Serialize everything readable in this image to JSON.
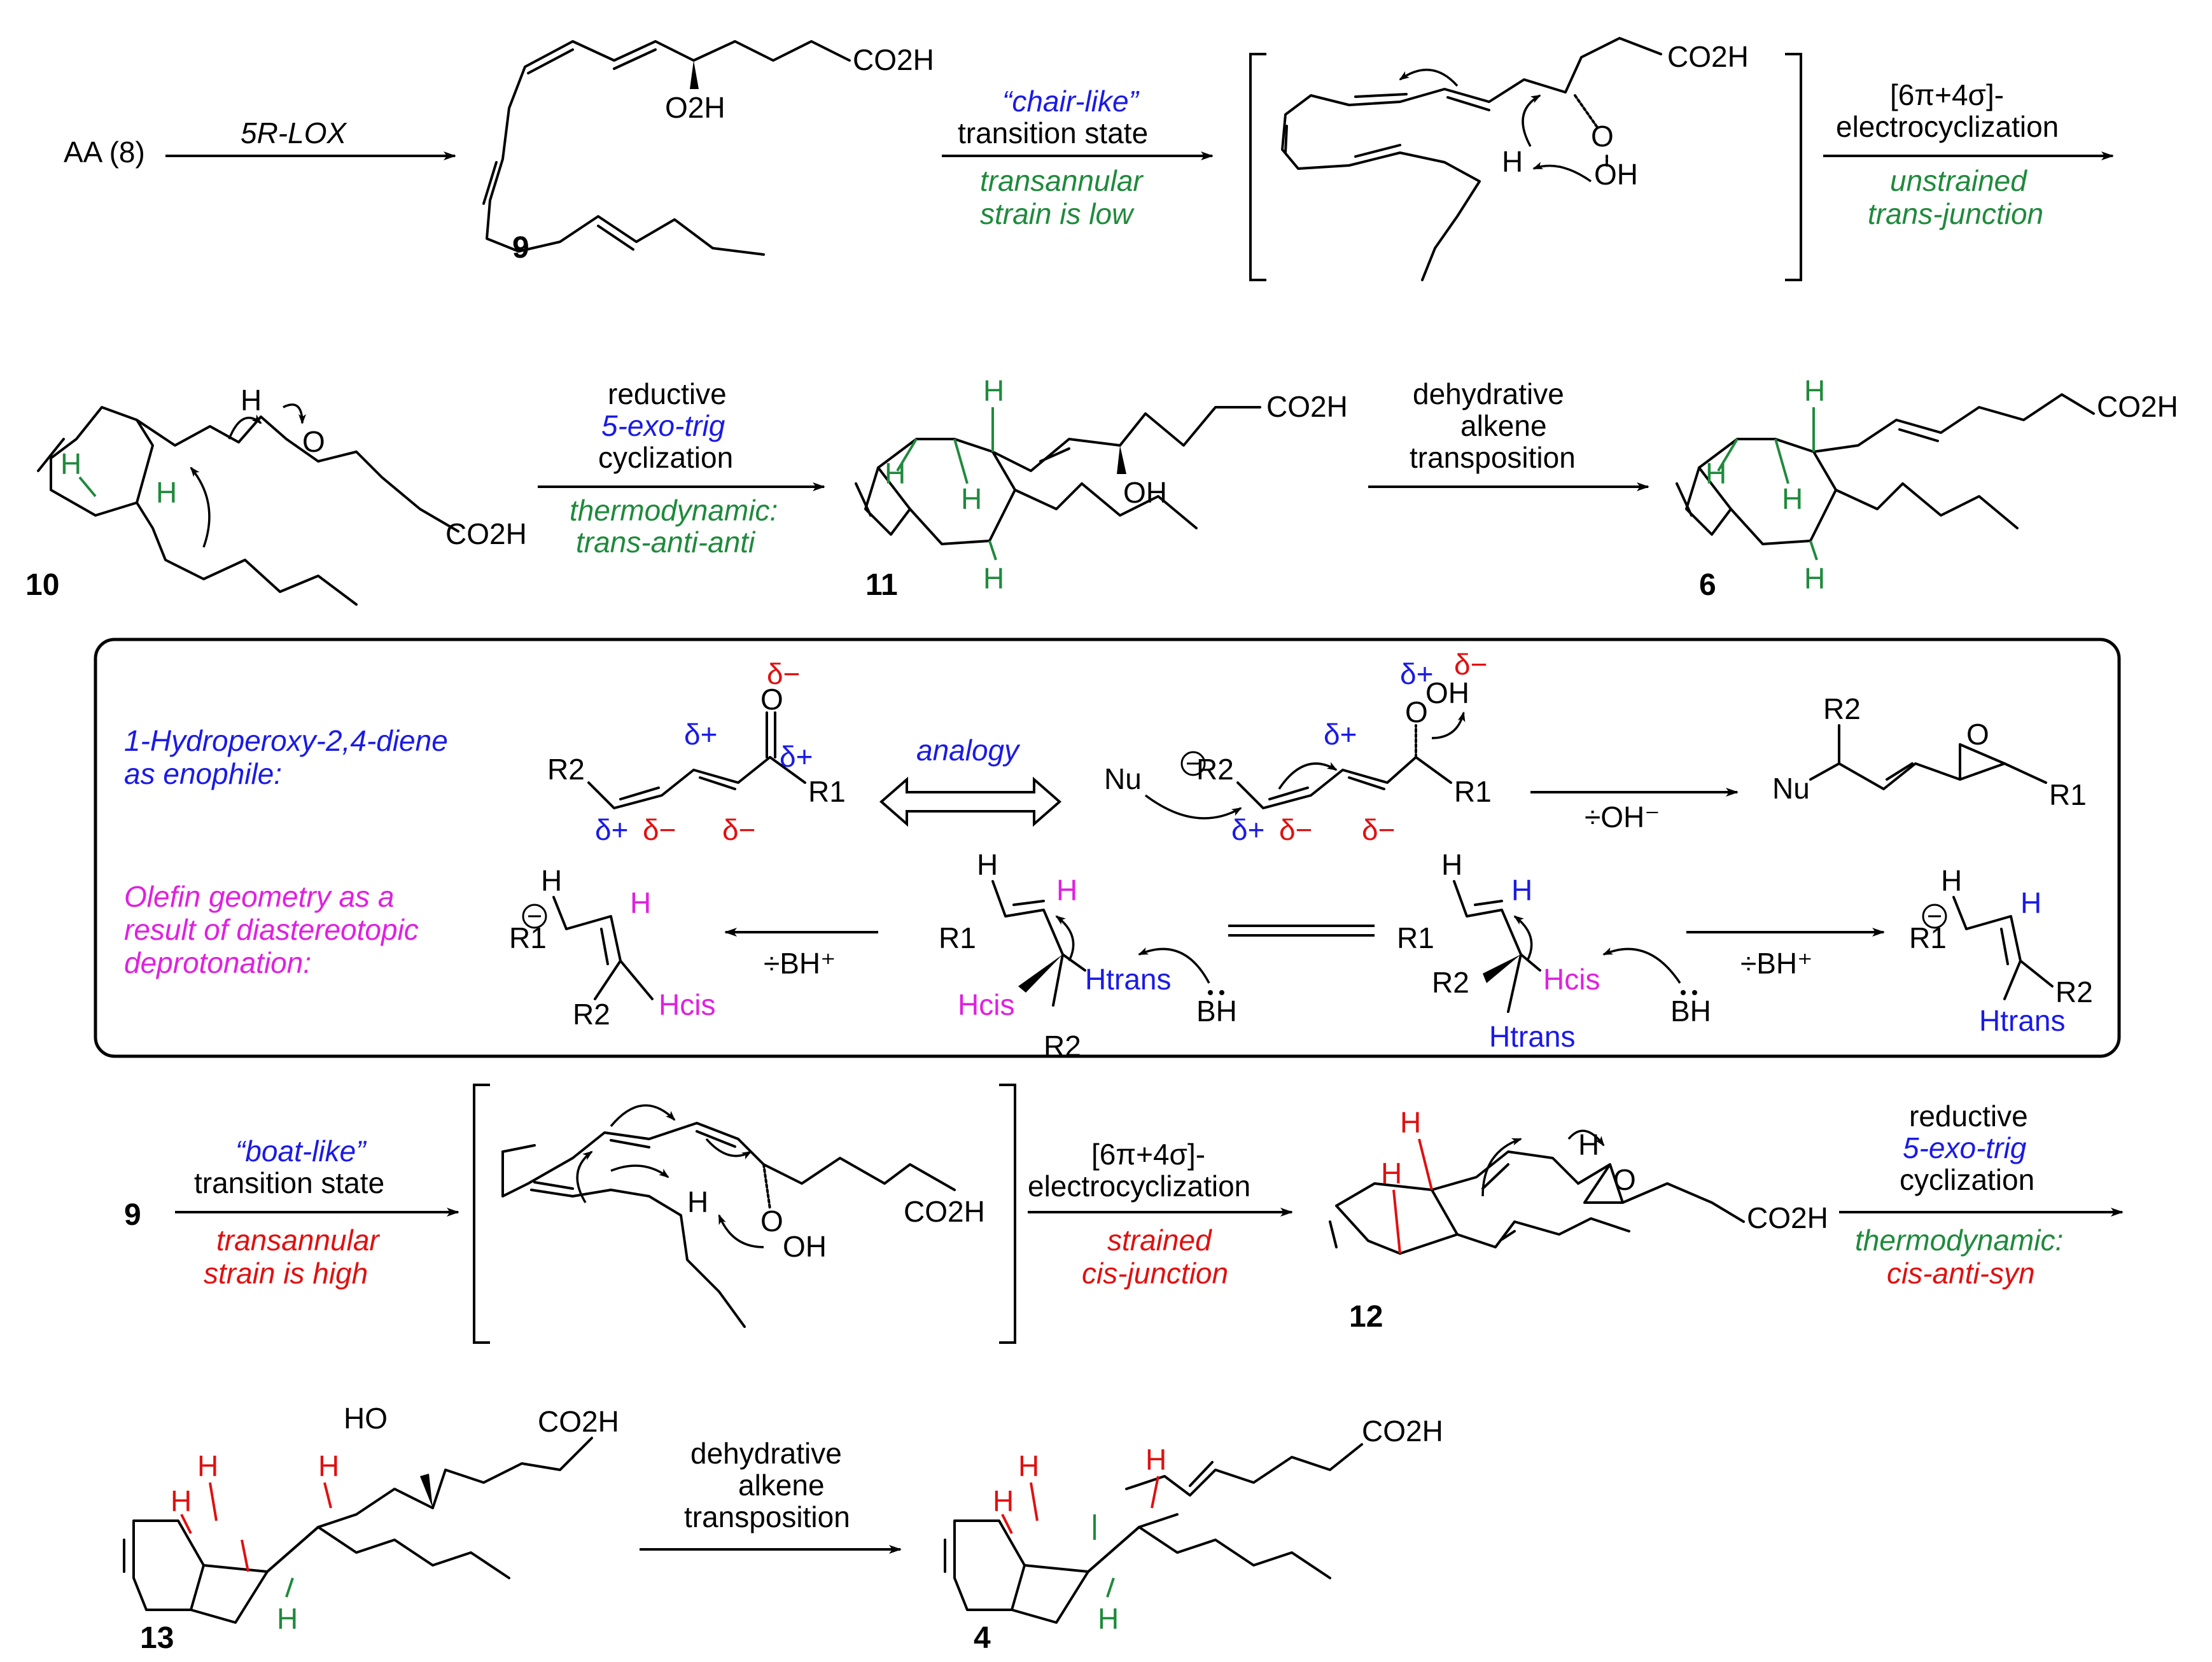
{
  "colors": {
    "green": "#1f8a3c",
    "blue": "#1a1ae6",
    "red": "#e01010",
    "magenta": "#e020e0",
    "black": "#000000"
  },
  "row1": {
    "start": "AA (8)",
    "reagent": "5R-LOX",
    "compound_label": "9",
    "ts_top1": "“chair-like”",
    "ts_top2": "transition state",
    "ts_bot1": "transannular",
    "ts_bot2": "strain is low",
    "ec_top1": "[6π+4σ]-",
    "ec_top2": "electrocyclization",
    "ec_bot1": "unstrained",
    "ec_bot2": "trans-junction",
    "co2h": "CO2H",
    "o2h": "O2H",
    "oh": "OH",
    "o": "O",
    "h": "H"
  },
  "row2": {
    "label10": "10",
    "label11": "11",
    "label6": "6",
    "red_top1": "reductive",
    "red_top2": "5-exo-trig",
    "red_top3": "cyclization",
    "red_bot1": "thermodynamic:",
    "red_bot2": "trans-anti-anti",
    "dehyd1": "dehydrative",
    "dehyd2": "alkene",
    "dehyd3": "transposition",
    "co2h": "CO2H",
    "oh": "OH",
    "o": "O",
    "h": "H"
  },
  "box": {
    "title1": "1-Hydroperoxy-2,4-diene",
    "title2": "as enophile:",
    "analogy": "analogy",
    "minus_oh": "÷OH⁻",
    "olefin1": "Olefin geometry as a",
    "olefin2": "result of diastereotopic",
    "olefin3": "deprotonation:",
    "minus_bh": "÷BH⁺",
    "d_plus": "δ+",
    "d_minus": "δ−",
    "nu": "Nu",
    "bh": "BH",
    "r1": "R1",
    "r2": "R2",
    "h": "H",
    "hcis": "Hcis",
    "htrans": "Htrans",
    "o": "O",
    "oh": "OH"
  },
  "row3": {
    "start": "9",
    "ts_top1": "“boat-like”",
    "ts_top2": "transition state",
    "ts_bot1": "transannular",
    "ts_bot2": "strain is high",
    "ec_top1": "[6π+4σ]-",
    "ec_top2": "electrocyclization",
    "ec_bot1": "strained",
    "ec_bot2": "cis-junction",
    "label12": "12",
    "red_top1": "reductive",
    "red_top2": "5-exo-trig",
    "red_top3": "cyclization",
    "red_bot1": "thermodynamic:",
    "red_bot2": "cis-anti-syn",
    "co2h": "CO2H",
    "oh": "OH",
    "o": "O",
    "h": "H"
  },
  "row4": {
    "label13": "13",
    "label4": "4",
    "dehyd1": "dehydrative",
    "dehyd2": "alkene",
    "dehyd3": "transposition",
    "ho": "HO",
    "co2h": "CO2H",
    "h": "H"
  }
}
